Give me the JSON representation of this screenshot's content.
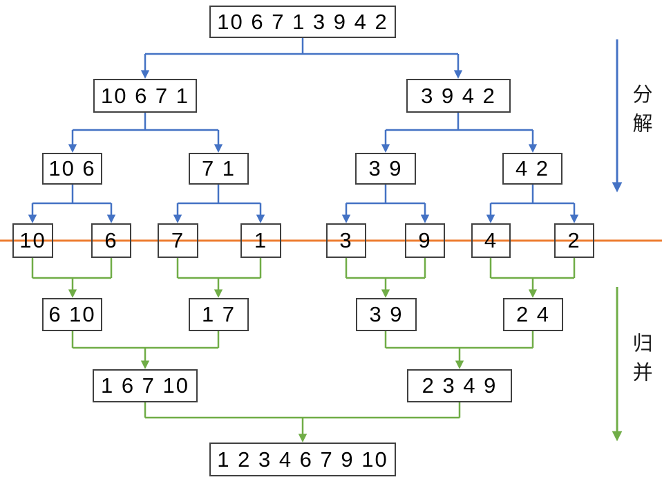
{
  "diagram": {
    "phase_labels": {
      "decompose": "分解",
      "merge": "归并"
    },
    "colors": {
      "decompose_blue": "#4472C4",
      "merge_green": "#70AD47",
      "divider_orange": "#ED7D31",
      "box_border": "#404040",
      "text": "#000000"
    },
    "levels": [
      {
        "name": "level-1-root",
        "boxes": [
          "10 6 7 1 3 9 4 2"
        ]
      },
      {
        "name": "level-2-halves",
        "boxes": [
          "10 6 7 1",
          "3 9 4 2"
        ]
      },
      {
        "name": "level-3-quarters",
        "boxes": [
          "10 6",
          "7 1",
          "3 9",
          "4 2"
        ]
      },
      {
        "name": "level-4-singles",
        "boxes": [
          "10",
          "6",
          "7",
          "1",
          "3",
          "9",
          "4",
          "2"
        ]
      },
      {
        "name": "level-5-merged-pairs",
        "boxes": [
          "6 10",
          "1 7",
          "3 9",
          "2 4"
        ]
      },
      {
        "name": "level-6-merged-quads",
        "boxes": [
          "1 6 7 10",
          "2 3 4 9"
        ]
      },
      {
        "name": "level-7-sorted",
        "boxes": [
          "1 2 3 4 6 7 9 10"
        ]
      }
    ]
  }
}
